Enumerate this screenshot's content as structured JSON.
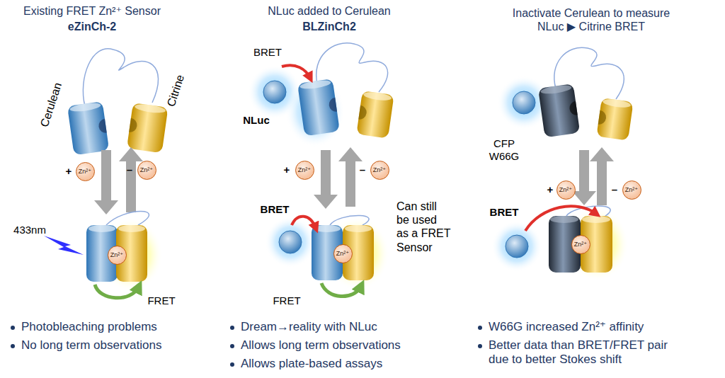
{
  "diagram": {
    "nodes": [
      {
        "text": [
          "Zn²⁺"
        ]
      },
      {
        "text": [
          "Zn²⁺"
        ]
      },
      {
        "text": [
          "Zn²⁺"
        ]
      },
      {
        "text": [
          "Zn²⁺"
        ]
      },
      {
        "text": [
          "Zn²⁺"
        ]
      },
      {
        "text": [
          "Zn²⁺"
        ]
      },
      {
        "text": [
          "Zn²⁺"
        ]
      },
      {
        "text": [
          "Zn²⁺"
        ]
      },
      {
        "text": [
          "Zn²⁺"
        ]
      }
    ],
    "labels": [
      "Existing FRET Zn²⁺ Sensor",
      "eZinCh-2",
      "Cerulean",
      "Citrine",
      "+",
      "–",
      "433nm",
      "FRET",
      "Photobleaching problems",
      "No long term observations",
      "NLuc added to Cerulean",
      "BLZinCh2",
      "BRET",
      "NLuc",
      "+",
      "–",
      "BRET",
      "Can still be used as a FRET Sensor",
      "FRET",
      "Dream→reality with NLuc",
      "Allows long term observations",
      "Allows plate-based assays",
      "Inactivate Cerulean to measure NLuc ▶ Citrine BRET",
      "CFP W66G",
      "+",
      "–",
      "BRET",
      "W66G increased Zn²⁺ affinity",
      "Better data than BRET/FRET pair due to better Stokes shift"
    ]
  }
}
